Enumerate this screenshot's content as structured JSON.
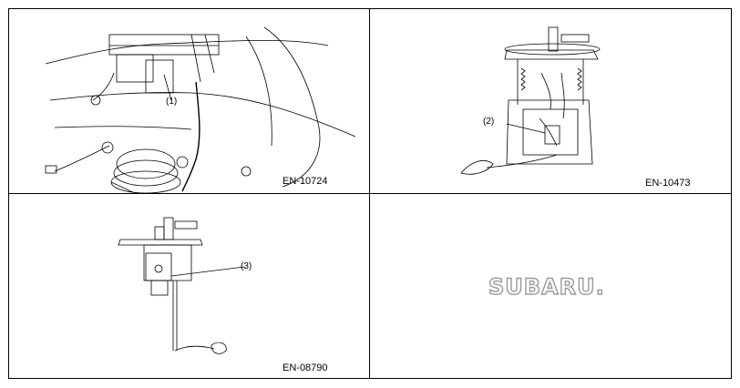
{
  "figures": [
    {
      "code": "EN-10724",
      "callout": "(1)"
    },
    {
      "code": "EN-10473",
      "callout": "(2)"
    },
    {
      "code": "EN-08790",
      "callout": "(3)"
    }
  ],
  "logo": {
    "text": "SUBARU."
  }
}
